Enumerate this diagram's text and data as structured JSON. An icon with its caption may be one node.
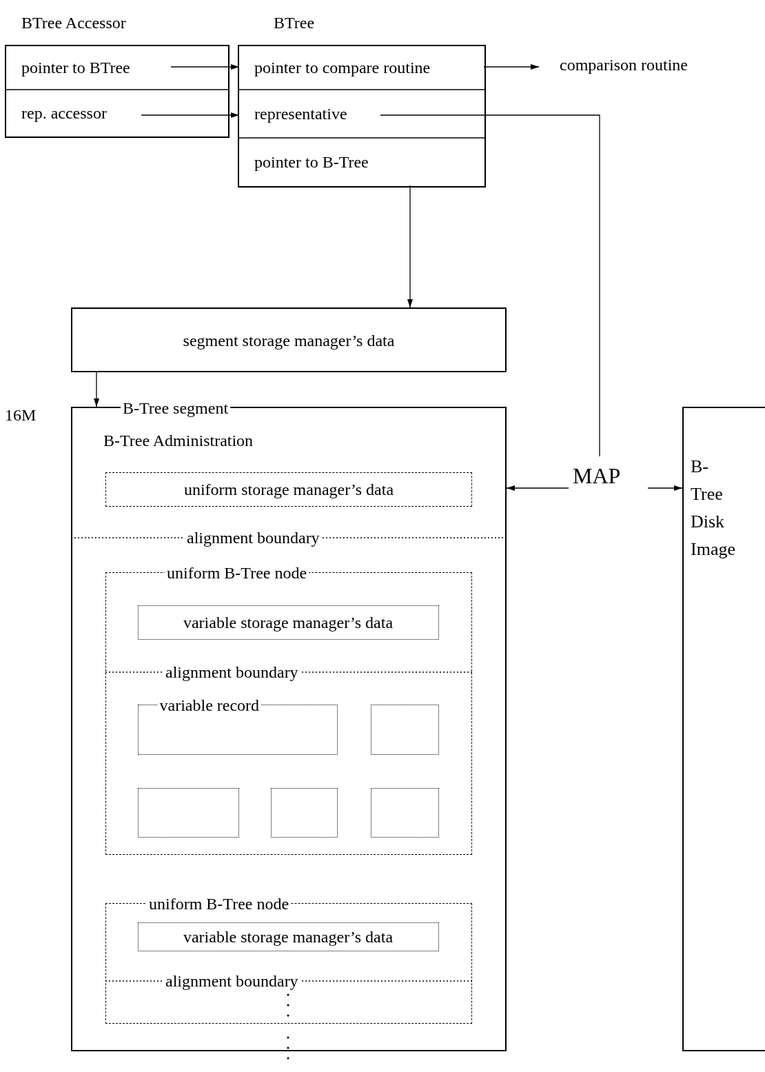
{
  "diagram": {
    "nodes": [
      {
        "text": [
          "BTree Accessor"
        ]
      },
      {
        "text": [
          "pointer to BTree"
        ],
        "in": 0
      },
      {
        "text": [
          "rep. accessor"
        ],
        "in": 0
      },
      {
        "text": [
          "BTree"
        ]
      },
      {
        "text": [
          "pointer to compare routine"
        ],
        "in": 3
      },
      {
        "text": [
          "representative"
        ],
        "in": 3
      },
      {
        "text": [
          "pointer to B-Tree"
        ],
        "in": 3
      },
      {
        "text": [
          "comparison routine"
        ]
      },
      {
        "text": [
          "segment storage manager’s data"
        ]
      },
      {
        "text": [
          "B-Tree segment",
          "B-Tree Administration"
        ],
        "beside": [
          "16M"
        ]
      },
      {
        "text": [
          "uniform storage manager’s data"
        ],
        "in": 9
      },
      {
        "text": [
          "uniform B-Tree node"
        ],
        "in": 9
      },
      {
        "text": [
          "variable storage manager’s data"
        ],
        "in": 11
      },
      {
        "text": [
          "variable record"
        ],
        "in": 11
      },
      {
        "text": [],
        "shape": "box",
        "in": 11
      },
      {
        "text": [],
        "shape": "box",
        "in": 11
      },
      {
        "text": [],
        "shape": "box",
        "in": 11
      },
      {
        "text": [],
        "shape": "box",
        "in": 11
      },
      {
        "text": [
          "uniform B-Tree node"
        ],
        "in": 9
      },
      {
        "text": [
          "variable storage manager’s data"
        ],
        "in": 18
      },
      {
        "text": [
          "MAP"
        ]
      },
      {
        "text": [
          "B-Tree Disk Image"
        ]
      }
    ],
    "edges": [
      {
        "from": 1,
        "to": 4,
        "arrow": "to"
      },
      {
        "from": 2,
        "to": 5,
        "arrow": "to"
      },
      {
        "from": 4,
        "to": 7,
        "arrow": "to"
      },
      {
        "from": 5,
        "to": 20,
        "arrow": "none"
      },
      {
        "from": 6,
        "to": 8,
        "arrow": "to"
      },
      {
        "from": 8,
        "to": 9,
        "arrow": "to"
      },
      {
        "from": 20,
        "to": 9,
        "arrow": "to"
      },
      {
        "from": 20,
        "to": 21,
        "arrow": "to"
      }
    ],
    "labels": [
      "alignment boundary",
      "alignment boundary",
      "alignment boundary"
    ]
  }
}
